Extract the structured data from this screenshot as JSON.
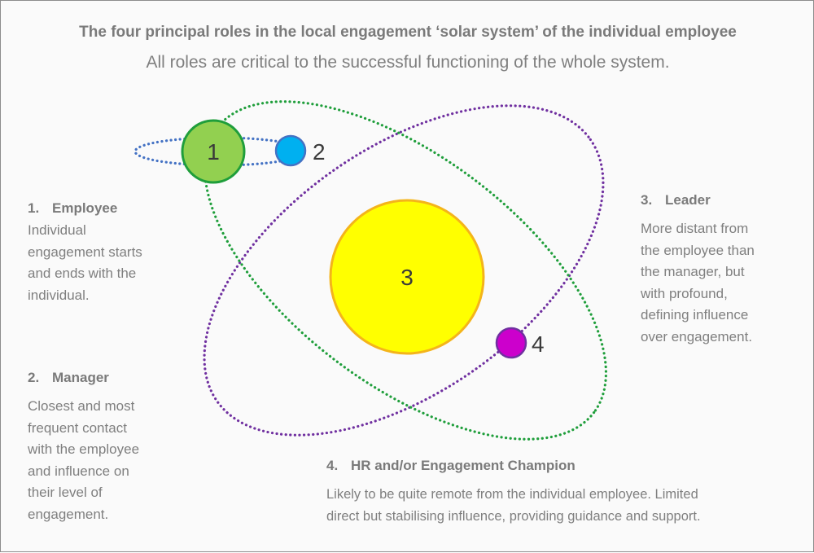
{
  "title": "The four principal roles in the local engagement ‘solar system’ of the individual employee",
  "subtitle": "All roles are critical to the successful functioning of the whole system.",
  "bodies": [
    {
      "label": "1",
      "color": "#92d050",
      "stroke": "#1f9e3b"
    },
    {
      "label": "2",
      "color": "#00b0f0",
      "stroke": "#4472c4"
    },
    {
      "label": "3",
      "color": "#ffff00",
      "stroke": "#f4b41a"
    },
    {
      "label": "4",
      "color": "#cc00cc",
      "stroke": "#7030a0"
    }
  ],
  "orbits": [
    {
      "name": "manager-orbit",
      "color": "#4472c4"
    },
    {
      "name": "leader-orbit",
      "color": "#7030a0"
    },
    {
      "name": "hr-orbit",
      "color": "#1f9e3b"
    }
  ],
  "roles": [
    {
      "number": "1.",
      "name": "Employee",
      "lines": [
        "Individual",
        "engagement starts",
        "and ends with the",
        "individual."
      ]
    },
    {
      "number": "2.",
      "name": "Manager",
      "lines": [
        "Closest and most",
        "frequent contact",
        "with the employee",
        "and influence on",
        "their level of",
        "engagement."
      ]
    },
    {
      "number": "3.",
      "name": "Leader",
      "lines": [
        "More distant from",
        "the employee than",
        "the manager, but",
        "with profound,",
        "defining influence",
        "over engagement."
      ]
    },
    {
      "number": "4.",
      "name": "HR and/or Engagement Champion",
      "lines": [
        "Likely to be quite remote from the individual employee. Limited",
        "direct but stabilising influence, providing guidance and support."
      ]
    }
  ]
}
